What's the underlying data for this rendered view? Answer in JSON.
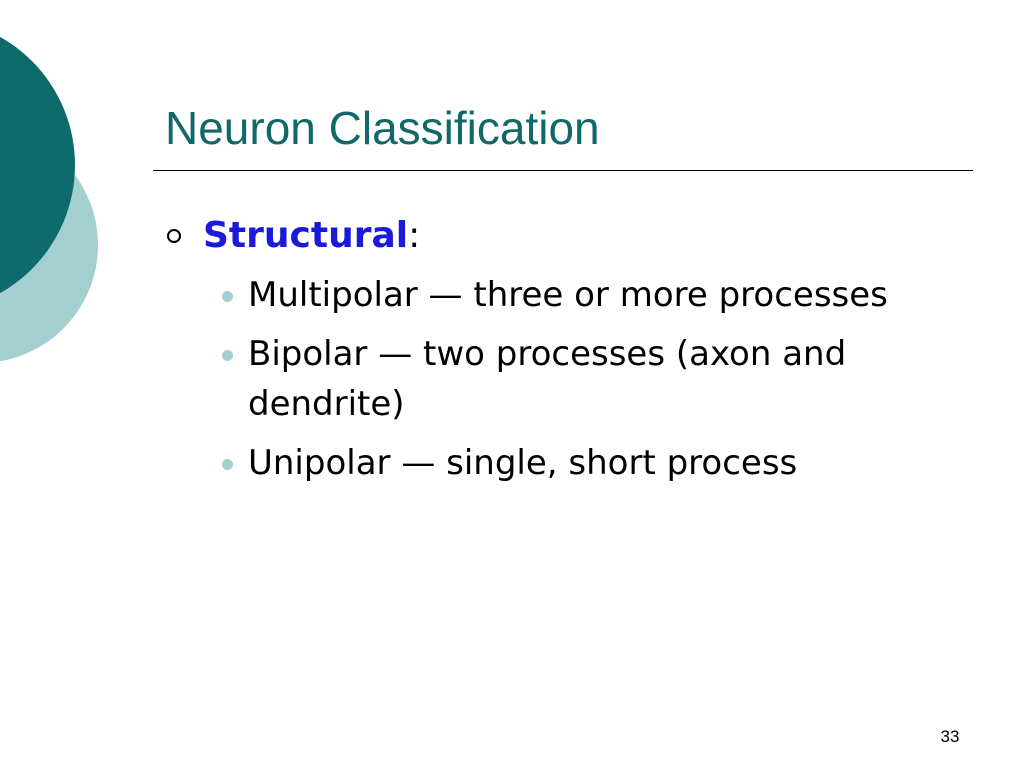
{
  "colors": {
    "title": "#116868",
    "keyword": "#1a1adc",
    "circle_dark": "#0e6b6b",
    "circle_light": "#a3cfd1",
    "sub_bullet": "#a3cfd1",
    "slide_number": "#000000"
  },
  "slide": {
    "title": "Neuron Classification",
    "heading": {
      "keyword": "Structural",
      "suffix": ":",
      "bullet_icon": "hollow-circle-bullet-icon"
    },
    "items": [
      {
        "text": "Multipolar — three or more processes",
        "bullet_icon": "filled-circle-bullet-icon"
      },
      {
        "text": "Bipolar — two processes (axon and dendrite)",
        "bullet_icon": "filled-circle-bullet-icon"
      },
      {
        "text": "Unipolar — single, short process",
        "bullet_icon": "filled-circle-bullet-icon"
      }
    ],
    "page_number": "33"
  }
}
